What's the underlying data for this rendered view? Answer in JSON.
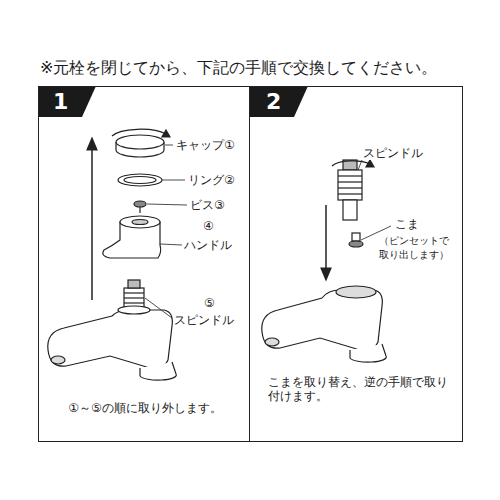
{
  "diagram": {
    "title": "※元栓を閉じてから、下記の手順で交換してください。",
    "nodes": [
      {
        "text": [
          "1",
          "①～⑤の順に取り外します。"
        ]
      },
      {
        "text": [
          "2",
          "こまを取り替え、逆の手順で取り付けます。"
        ]
      }
    ],
    "labels": [
      "キャップ①",
      "リング②",
      "ビス③",
      "④",
      "ハンドル",
      "⑤",
      "スピンドル",
      "スピンドル",
      "こま",
      "（ピンセットで 取り出します）"
    ]
  }
}
